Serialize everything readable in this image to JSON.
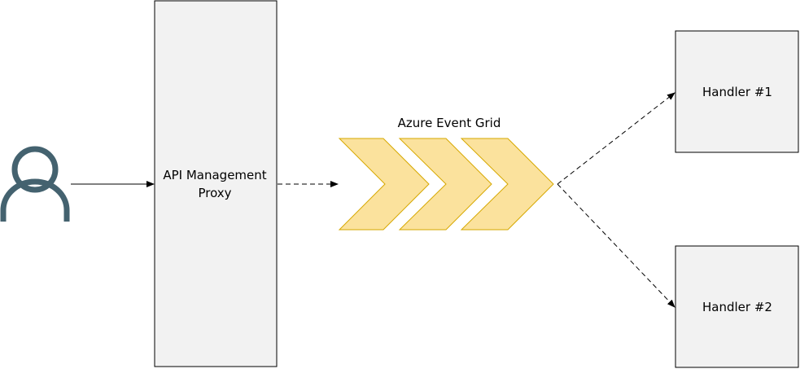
{
  "diagram": {
    "nodes": {
      "user": {
        "icon": "user-icon"
      },
      "proxy": {
        "label_line1": "API Management",
        "label_line2": "Proxy"
      },
      "event_grid": {
        "label": "Azure Event Grid",
        "icon": "chevron-arrows-icon"
      },
      "handler1": {
        "label": "Handler #1"
      },
      "handler2": {
        "label": "Handler #2"
      }
    },
    "edges": [
      {
        "from": "user",
        "to": "proxy",
        "style": "solid"
      },
      {
        "from": "proxy",
        "to": "event_grid",
        "style": "dashed"
      },
      {
        "from": "event_grid",
        "to": "handler1",
        "style": "dashed"
      },
      {
        "from": "event_grid",
        "to": "handler2",
        "style": "dashed"
      }
    ]
  },
  "colors": {
    "box_fill": "#f2f2f2",
    "box_stroke": "#000000",
    "chevron_fill": "#fbe29d",
    "chevron_stroke": "#d6a800",
    "user_icon": "#44626f"
  }
}
